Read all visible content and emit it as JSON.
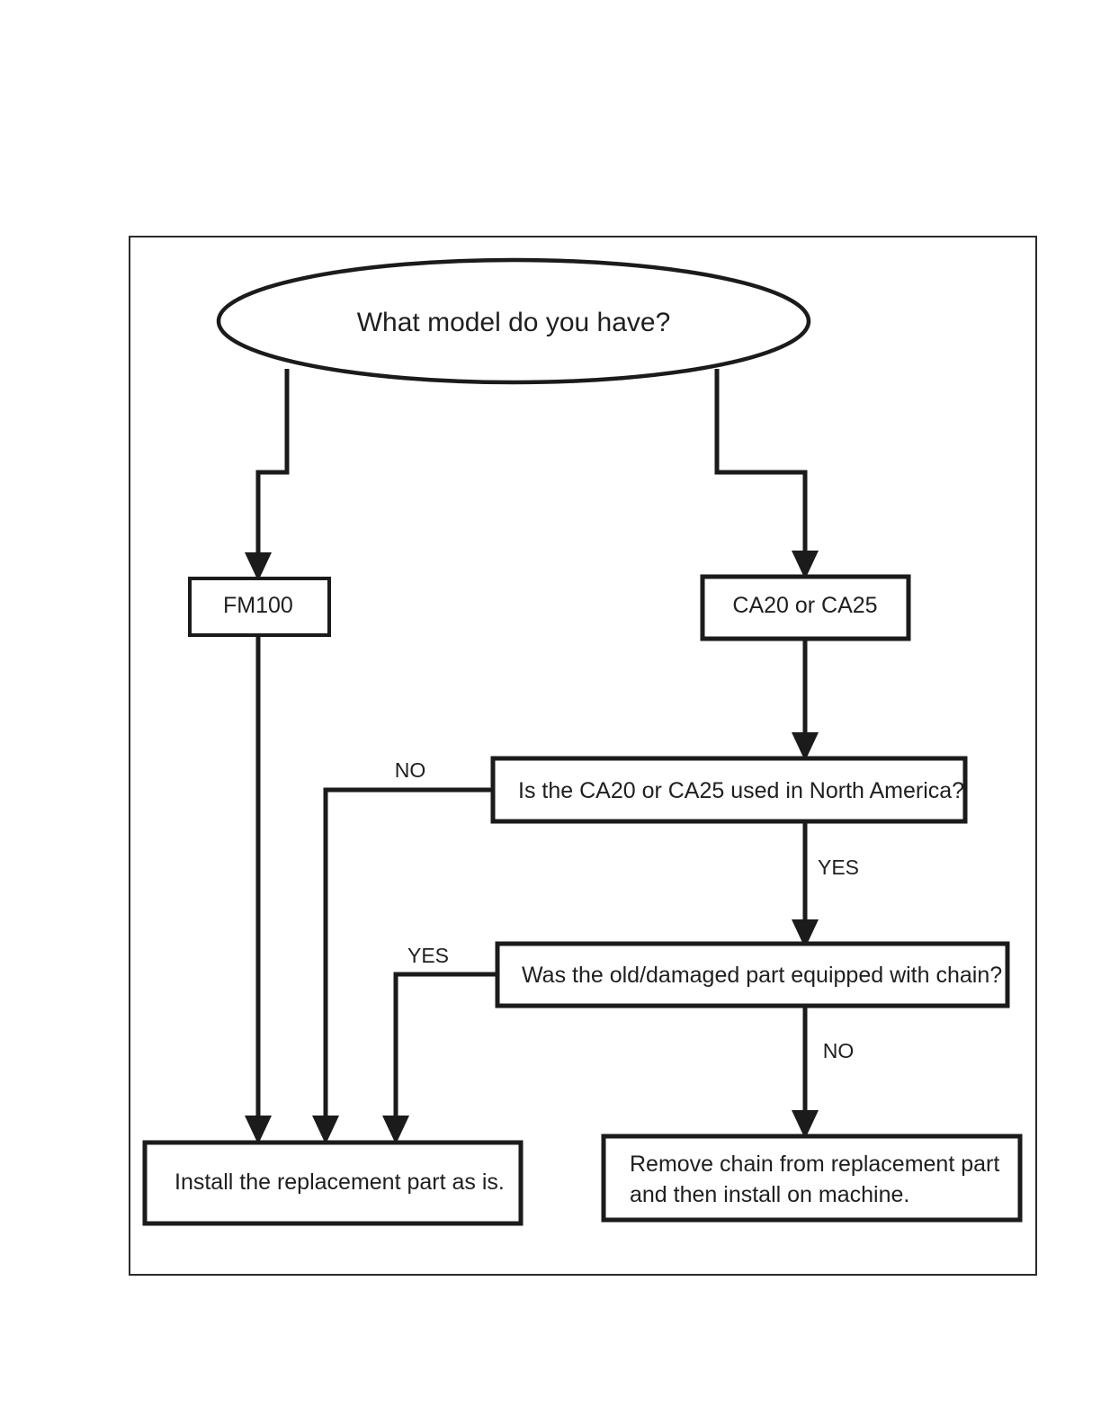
{
  "diagram": {
    "title": "Model selection and replacement part flowchart",
    "shape_colors": {
      "stroke": "#1b1b1b",
      "fill": "#ffffff",
      "frame_stroke": "#2b2b2b",
      "text": "#1f1f1f"
    },
    "nodes": {
      "start": {
        "label": "What model do you have?",
        "shape": "ellipse"
      },
      "model_fm100": {
        "label": "FM100",
        "shape": "rectangle"
      },
      "model_ca": {
        "label": "CA20 or CA25",
        "shape": "rectangle"
      },
      "decision_region": {
        "label": "Is the  CA20 or CA25 used in North America?",
        "shape": "rectangle"
      },
      "decision_chain": {
        "label": "Was the old/damaged part equipped with chain?",
        "shape": "rectangle"
      },
      "outcome_install": {
        "label": "Install the replacement part as is.",
        "shape": "rectangle"
      },
      "outcome_remove_chain": {
        "line1": "Remove chain from replacement part",
        "line2": "and then install on machine.",
        "shape": "rectangle"
      }
    },
    "edge_labels": {
      "region_no": "NO",
      "region_yes": "YES",
      "chain_yes": "YES",
      "chain_no": "NO"
    }
  }
}
